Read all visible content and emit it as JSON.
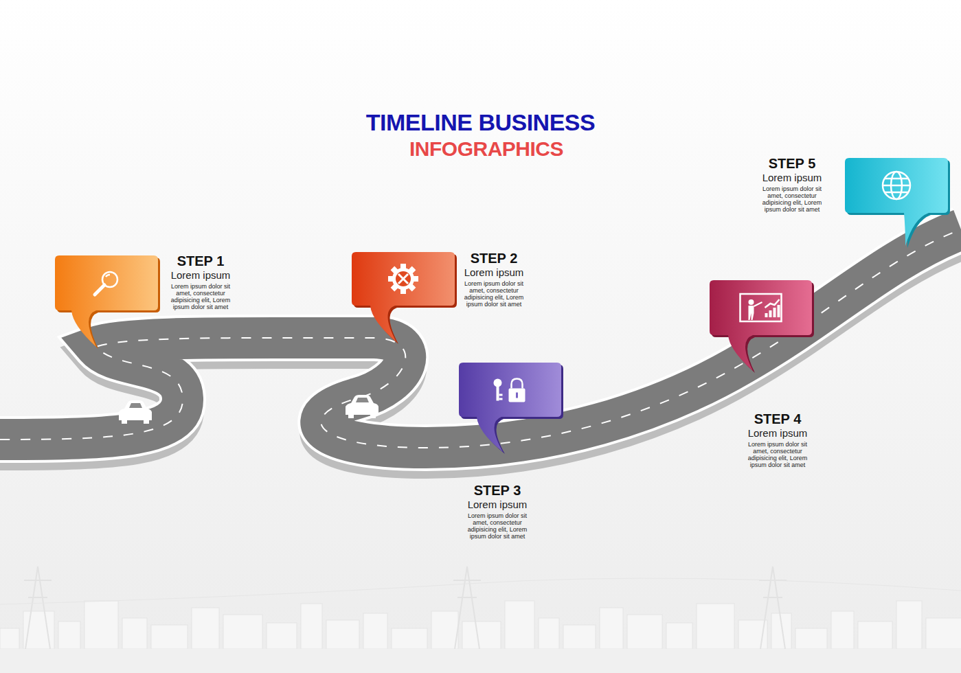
{
  "diagram": {
    "title": "TIMELINE BUSINESS",
    "nodes": [
      {
        "text": [
          "STEP 1",
          "Lorem ipsum",
          "Lorem ipsum dolor sit amet, consectetur adipisicing elit, Lorem ipsum dolor sit amet"
        ]
      },
      {
        "text": [
          "STEP 2",
          "Lorem ipsum",
          "Lorem ipsum dolor sit amet, consectetur adipisicing elit, Lorem ipsum dolor sit amet"
        ]
      },
      {
        "text": [
          "STEP 3",
          "Lorem ipsum",
          "Lorem ipsum dolor sit amet, consectetur adipisicing elit, Lorem ipsum dolor sit amet"
        ]
      },
      {
        "text": [
          "STEP 4",
          "Lorem ipsum",
          "Lorem ipsum dolor sit amet, consectetur adipisicing elit, Lorem ipsum dolor sit amet"
        ]
      },
      {
        "text": [
          "STEP 5",
          "Lorem ipsum",
          "Lorem ipsum dolor sit amet, consectetur adipisicing elit, Lorem ipsum dolor sit amet"
        ]
      }
    ],
    "labels": [
      "INFOGRAPHICS"
    ]
  }
}
